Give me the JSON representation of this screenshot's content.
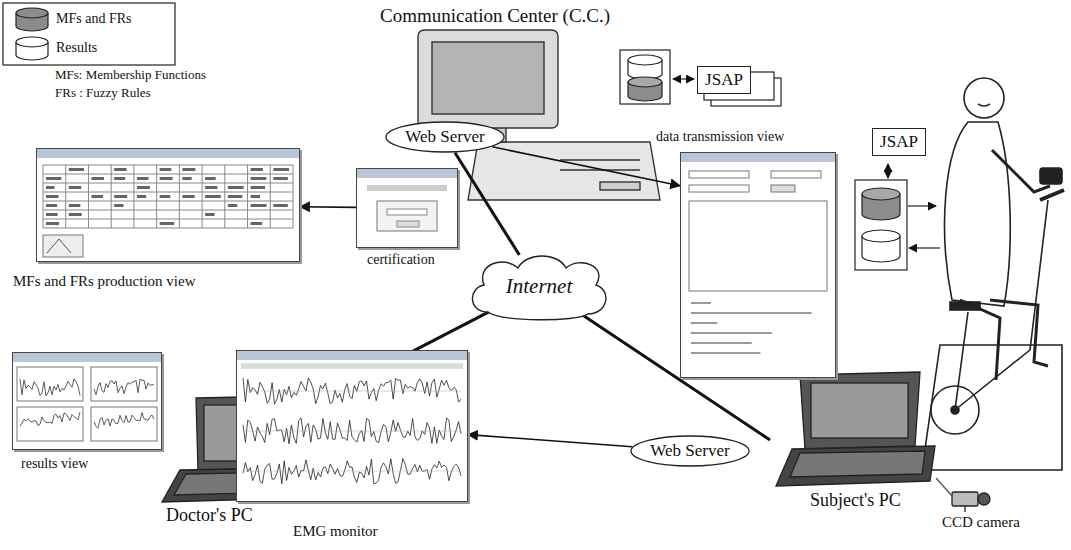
{
  "diagram": {
    "nodes": [
      {
        "text": [
          "JSAP"
        ]
      },
      {
        "text": [
          "Web Server"
        ]
      },
      {
        "text": [
          "data transmission view"
        ]
      },
      {
        "text": [
          "certification"
        ]
      },
      {
        "text": [
          "MFs and FRs production view"
        ]
      },
      {
        "text": [
          "Internet"
        ]
      },
      {
        "text": [
          "JSAP"
        ]
      },
      {
        "text": [
          "results view"
        ]
      },
      {
        "text": [
          "Doctor's PC"
        ]
      },
      {
        "text": [
          "EMG monitor"
        ]
      },
      {
        "text": [
          "Web Server"
        ]
      },
      {
        "text": [
          "Subject's PC"
        ]
      }
    ],
    "edges": [
      {
        "from": 1,
        "to": 5,
        "arrow": "none"
      },
      {
        "from": 5,
        "to": 8,
        "arrow": "none"
      },
      {
        "from": 5,
        "to": 11,
        "arrow": "none"
      },
      {
        "from": 3,
        "to": 4,
        "arrow": "to"
      },
      {
        "from": 1,
        "to": 2,
        "arrow": "to"
      },
      {
        "from": 10,
        "to": 9,
        "arrow": "to"
      }
    ],
    "labels": [
      "Communication Center (C.C.)",
      "MFs: Membership Functions",
      "FRs : Fuzzy Rules",
      "CCD camera"
    ],
    "legend": [
      {
        "text": "MFs and FRs",
        "color": "#8c8c8c"
      },
      {
        "text": "Results",
        "color": "#ffffff"
      }
    ]
  }
}
